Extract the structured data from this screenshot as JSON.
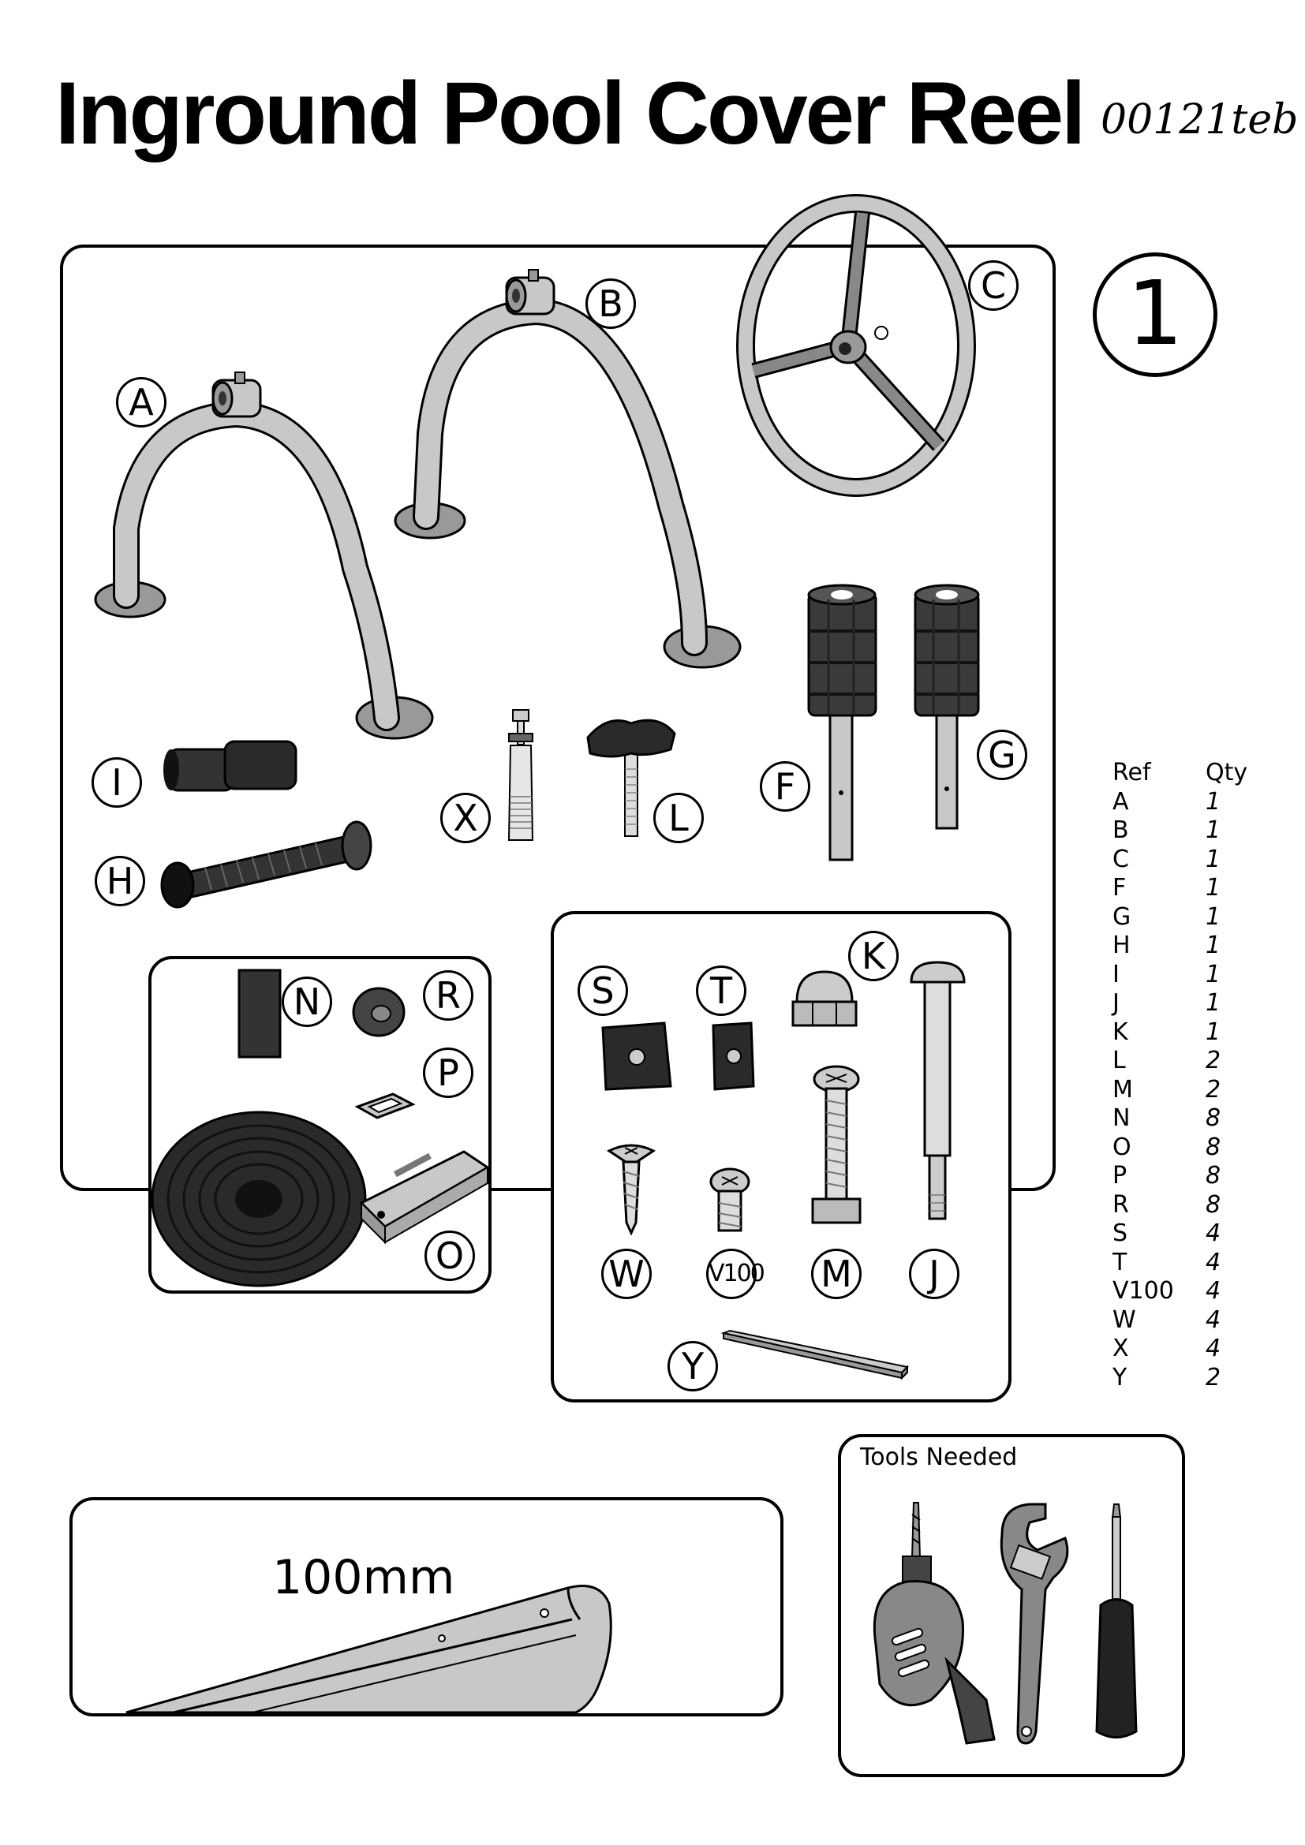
{
  "header": {
    "title": "Inground Pool Cover Reel",
    "code": "00121teb"
  },
  "step_number": "1",
  "part_labels": {
    "A": "A",
    "B": "B",
    "C": "C",
    "F": "F",
    "G": "G",
    "H": "H",
    "I": "I",
    "K": "K",
    "L": "L",
    "M": "M",
    "N": "N",
    "O": "O",
    "P": "P",
    "R": "R",
    "S": "S",
    "T": "T",
    "W": "W",
    "X": "X",
    "Y": "Y",
    "V100": "V100"
  },
  "parts_table": {
    "ref_header": "Ref",
    "qty_header": "Qty",
    "rows": [
      {
        "ref": "A",
        "qty": "1"
      },
      {
        "ref": "B",
        "qty": "1"
      },
      {
        "ref": "C",
        "qty": "1"
      },
      {
        "ref": "F",
        "qty": "1"
      },
      {
        "ref": "G",
        "qty": "1"
      },
      {
        "ref": "H",
        "qty": "1"
      },
      {
        "ref": "I",
        "qty": "1"
      },
      {
        "ref": "J",
        "qty": "1"
      },
      {
        "ref": "K",
        "qty": "1"
      },
      {
        "ref": "L",
        "qty": "2"
      },
      {
        "ref": "M",
        "qty": "2"
      },
      {
        "ref": "N",
        "qty": "8"
      },
      {
        "ref": "O",
        "qty": "8"
      },
      {
        "ref": "P",
        "qty": "8"
      },
      {
        "ref": "R",
        "qty": "8"
      },
      {
        "ref": "S",
        "qty": "4"
      },
      {
        "ref": "T",
        "qty": "4"
      },
      {
        "ref": "V100",
        "qty": "4"
      },
      {
        "ref": "W",
        "qty": "4"
      },
      {
        "ref": "X",
        "qty": "4"
      },
      {
        "ref": "Y",
        "qty": "2"
      }
    ]
  },
  "tools": {
    "label": "Tools Needed",
    "items": [
      "drill-icon",
      "adjustable-wrench-icon",
      "screwdriver-icon"
    ]
  },
  "profile": {
    "label": "100mm"
  },
  "colors": {
    "metal": "#c8c8c8",
    "dark_part": "#3a3a3a",
    "outline": "#000000"
  }
}
